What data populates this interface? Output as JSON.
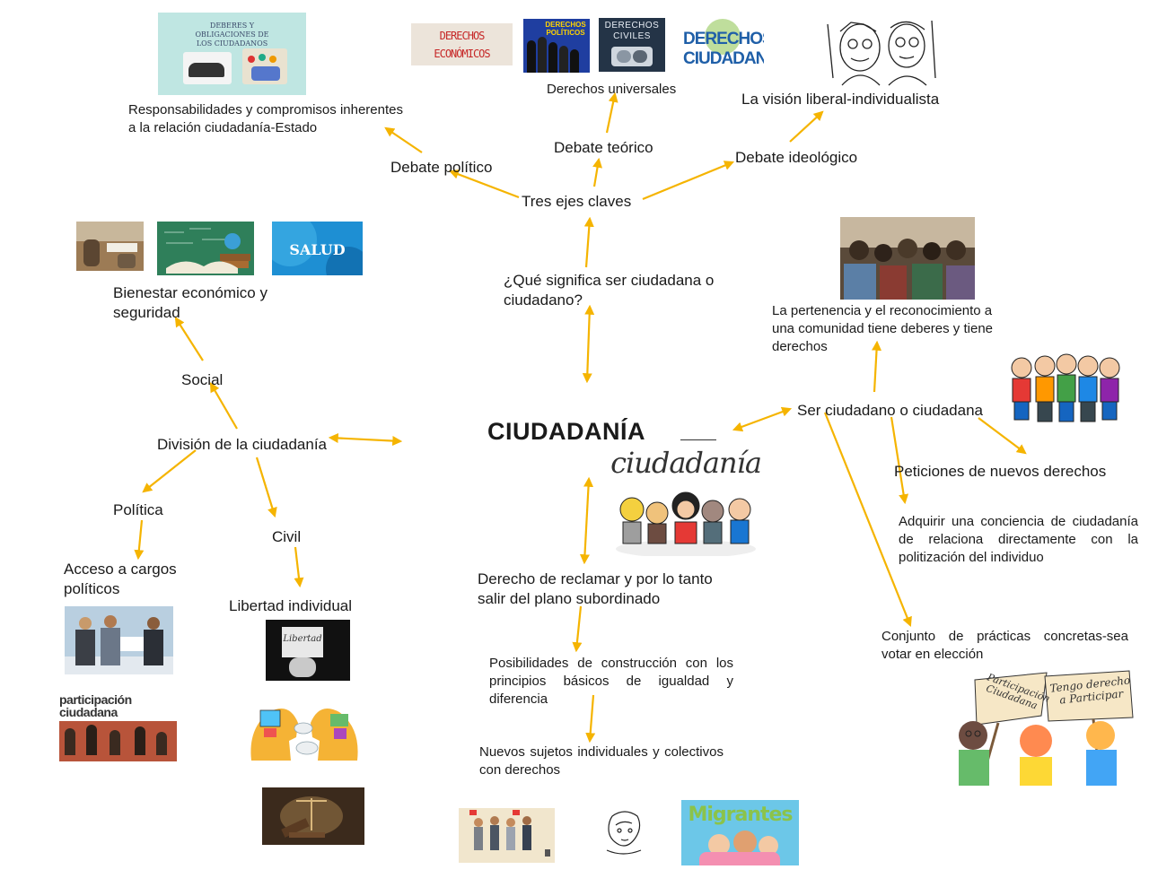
{
  "diagram": {
    "title": "CIUDADANÍA",
    "nodes": {
      "que_significa": "¿Qué significa ser ciudadana o ciudadano?",
      "tres_ejes": "Tres ejes claves",
      "debate_politico": "Debate político",
      "debate_teorico": "Debate teórico",
      "debate_ideologico": "Debate ideológico",
      "responsabilidades": "Responsabilidades y compromisos inherentes a la relación ciudadanía-Estado",
      "derechos_universales": "Derechos universales",
      "vision_liberal": "La visión liberal-individualista",
      "division": "División de la ciudadanía",
      "social": "Social",
      "bienestar": "Bienestar económico y seguridad",
      "politica": "Política",
      "civil": "Civil",
      "acceso": "Acceso a cargos políticos",
      "libertad": "Libertad individual",
      "ser_ciudadano": "Ser ciudadano o ciudadana",
      "pertenencia": "La pertenencia y el reconocimiento a una comunidad tiene deberes y tiene derechos",
      "peticiones": "Peticiones de nuevos derechos",
      "adquirir": "Adquirir una conciencia de ciudadanía de relaciona directamente con la politización del individuo",
      "conjunto": "Conjunto de prácticas concretas-sea votar en elección",
      "derecho_reclamar": "Derecho de reclamar y por lo tanto salir del plano subordinado",
      "posibilidades": "Posibilidades de construcción con los principios básicos de igualdad y diferencia",
      "nuevos_sujetos": "Nuevos sujetos individuales y colectivos con derechos"
    },
    "images": {
      "deberes": "DEBERES Y OBLIGACIONES DE LOS CIUDADANOS",
      "der_economicos": "DERECHOS ECONÓMICOS SOCIALES Y CULTURALES",
      "der_politicos": "DERECHOS POLÍTICOS",
      "der_civiles": "DERECHOS CIVILES",
      "der_ciudadano": "DERECHOS CIUDADANO",
      "salud": "SALUD",
      "ciudadania_logo": "ciudadanía",
      "participacion": "participación ciudadana",
      "libertad_sign": "Libertad",
      "migrantes": "Migrantes",
      "cartel1": "Participación Ciudadana",
      "cartel2": "Tengo derecho a Participar"
    },
    "colors": {
      "arrow": "#f5b400",
      "text": "#1a1a1a"
    }
  }
}
